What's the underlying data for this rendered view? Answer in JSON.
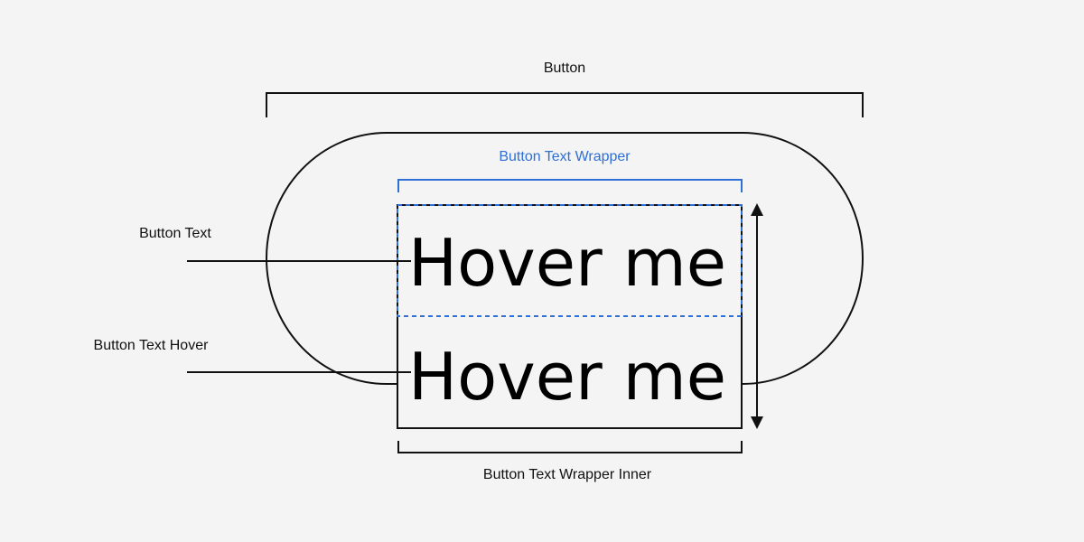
{
  "labels": {
    "button": "Button",
    "button_text_wrapper": "Button Text Wrapper",
    "button_text": "Button Text",
    "button_text_hover": "Button Text Hover",
    "button_text_wrapper_inner": "Button Text Wrapper Inner"
  },
  "content": {
    "primary_text": "Hover me",
    "hover_text": "Hover me"
  },
  "colors": {
    "background": "#f4f4f4",
    "stroke": "#111111",
    "accent": "#2f6fd6"
  }
}
